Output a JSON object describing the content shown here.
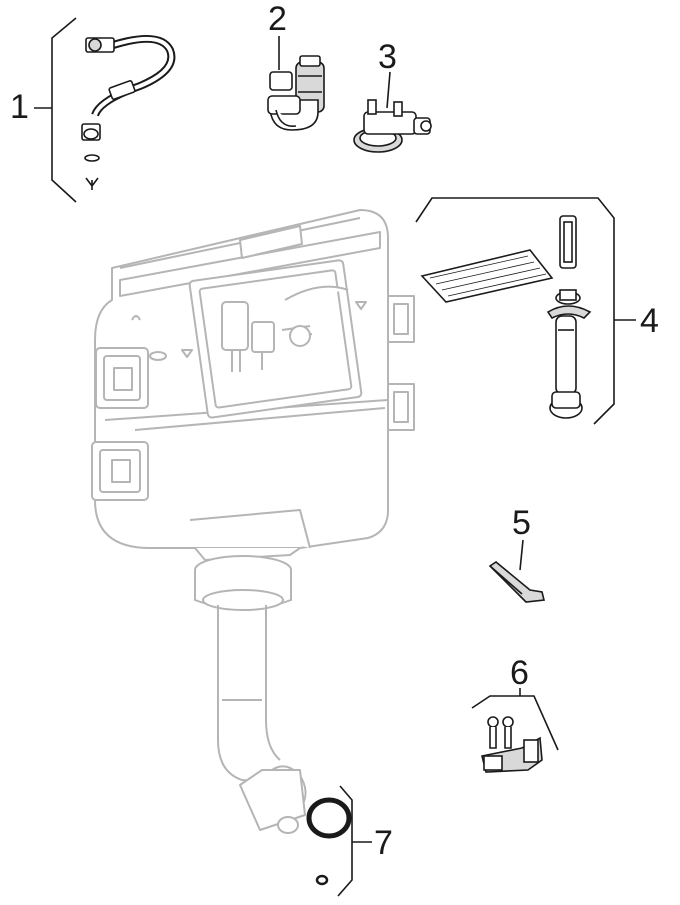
{
  "callouts": {
    "c1": "1",
    "c2": "2",
    "c3": "3",
    "c4": "4",
    "c5": "5",
    "c6": "6",
    "c7": "7"
  },
  "colors": {
    "line": "#1a1a1a",
    "ghost": "#b5b5b5",
    "ghost_fill": "#ffffff",
    "part_fill": "#d9d9d9"
  },
  "icons": {
    "cistern": "concealed-cistern-illustration",
    "hose": "flex-hose-icon",
    "valve": "fill-valve-icon",
    "angle_valve": "angle-valve-icon",
    "flush_valve": "flush-valve-icon",
    "bracket": "actuator-bracket-icon",
    "clip": "clip-icon",
    "seal": "seal-ring-icon"
  }
}
